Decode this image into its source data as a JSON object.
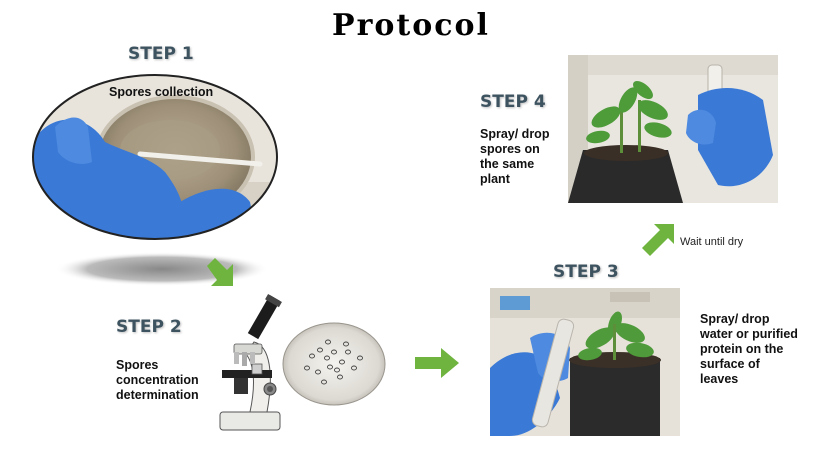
{
  "title": "Protocol",
  "steps": [
    {
      "label": "STEP 1",
      "caption": "Spores collection"
    },
    {
      "label": "STEP 2",
      "caption_lines": [
        "Spores",
        "concentration",
        "determination"
      ]
    },
    {
      "label": "STEP 3",
      "caption_lines": [
        "Spray/ drop",
        "water or purified",
        "protein on the",
        "surface of",
        "leaves"
      ]
    },
    {
      "label": "STEP 4",
      "caption_lines": [
        "Spray/ drop",
        "spores on",
        "the same",
        "plant"
      ]
    }
  ],
  "wait_label": "Wait until dry",
  "colors": {
    "arrow_green": "#6fb43f",
    "step_label": "#3d5360",
    "glove_blue": "#3a79d6"
  },
  "icons": [
    "arrow-right-down-icon",
    "arrow-right-icon",
    "arrow-up-right-icon",
    "microscope-icon"
  ]
}
